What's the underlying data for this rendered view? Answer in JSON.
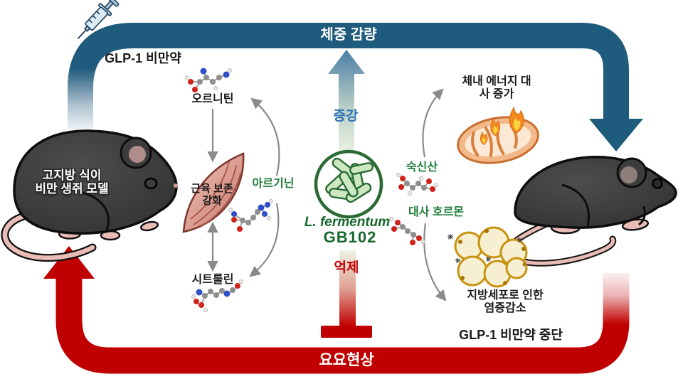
{
  "colors": {
    "band_blue": "#1f5b7c",
    "band_red": "#c00000",
    "enhance_text_blue": "#2e74b5",
    "inhibit_text_red": "#c00000",
    "pathway_text_green": "#1f7c3a",
    "strain_text_green": "#17682c",
    "gray_arrow": "#8a8a8a"
  },
  "top_loop": {
    "weight_loss": "체중 감량",
    "drug": "GLP-1 비만약"
  },
  "bottom_loop": {
    "yoyo": "요요현상",
    "drug_stop": "GLP-1 비만약 중단"
  },
  "center": {
    "strain_italic": "L. fermentum",
    "strain_code": "GB102",
    "enhance": "증강",
    "inhibit": "억제"
  },
  "left_mouse": {
    "line1": "고지방 식이",
    "line2": "비만 생쥐 모델"
  },
  "muscle_pathway": {
    "ornithine": "오르니틴",
    "muscle_line1": "근육 보존",
    "muscle_line2": "강화",
    "arginine": "아르기닌",
    "citrulline": "시트룰린"
  },
  "metabolic_pathway": {
    "energy_line1": "체내 에너지 대",
    "energy_line2": "사 증가",
    "succinate": "숙신산",
    "hormone": "대사 호르몬",
    "fat_line1": "지방세포로 인한",
    "fat_line2": "염증감소"
  },
  "icons": {
    "syringe-icon": "injection syringe",
    "probiotic-circle-icon": "green circle with bacteria rods",
    "obese-mouse-icon": "fat dark mouse",
    "slim-mouse-icon": "slim dark mouse",
    "muscle-icon": "muscle spindle",
    "mitochondria-icon": "mitochondria with flames",
    "fat-cells-icon": "adipocyte cluster",
    "ornithine-molecule-icon": "ball-and-stick molecule",
    "arginine-molecule-icon": "ball-and-stick molecule",
    "citrulline-molecule-icon": "ball-and-stick molecule",
    "succinate-molecule-icon": "ball-and-stick molecule",
    "hormone-molecule-icon": "ball-and-stick molecule"
  }
}
